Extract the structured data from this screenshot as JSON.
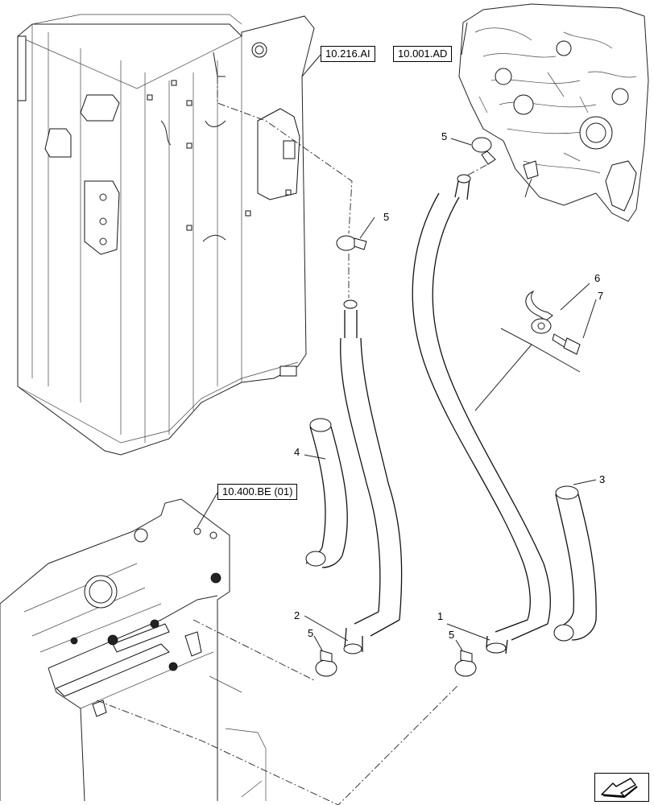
{
  "references": {
    "tank": "10.216.AI",
    "engine": "10.001.AD",
    "radiator": "10.400.BE (01)"
  },
  "callouts": [
    {
      "id": "callout-1",
      "label": "1"
    },
    {
      "id": "callout-2",
      "label": "2"
    },
    {
      "id": "callout-3",
      "label": "3"
    },
    {
      "id": "callout-4",
      "label": "4"
    },
    {
      "id": "callout-5a",
      "label": "5"
    },
    {
      "id": "callout-5b",
      "label": "5"
    },
    {
      "id": "callout-5c",
      "label": "5"
    },
    {
      "id": "callout-5d",
      "label": "5"
    },
    {
      "id": "callout-6",
      "label": "6"
    },
    {
      "id": "callout-7",
      "label": "7"
    }
  ],
  "icons": {
    "navigation": "direction-arrow-icon"
  }
}
